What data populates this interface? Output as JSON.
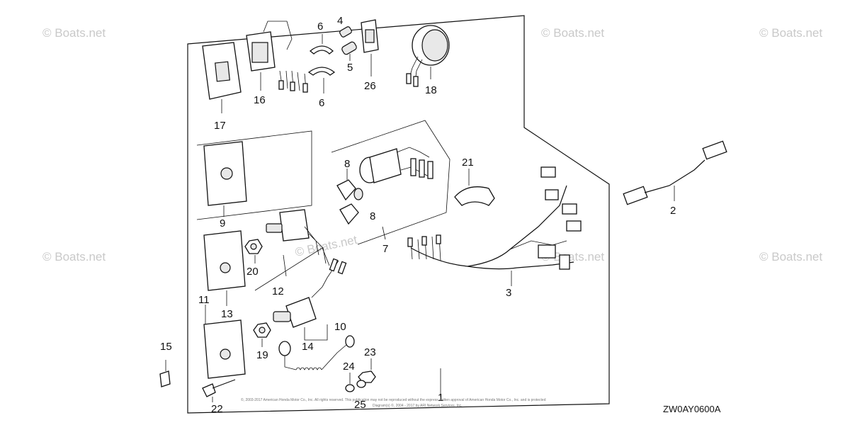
{
  "watermark": "© Boats.net",
  "center_watermark": "© Boats.net",
  "diagram_code": "ZW0AY0600A",
  "copyright_line1": "©, 2003-2017 American Honda Motor Co., Inc. All rights reserved. This publication may not be reproduced without the express written approval of American Honda Motor Co., Inc. and is protected",
  "copyright_line2": "Diagram(s) ©, 2004 - 2017 by ARI Network Services, Inc.",
  "callouts": {
    "n1": "1",
    "n2": "2",
    "n3": "3",
    "n4": "4",
    "n5": "5",
    "n6a": "6",
    "n6b": "6",
    "n7": "7",
    "n8a": "8",
    "n8b": "8",
    "n9": "9",
    "n10": "10",
    "n11": "11",
    "n12": "12",
    "n13": "13",
    "n14": "14",
    "n15": "15",
    "n16": "16",
    "n17": "17",
    "n18": "18",
    "n19": "19",
    "n20": "20",
    "n21": "21",
    "n22": "22",
    "n23": "23",
    "n24": "24",
    "n25": "25",
    "n26": "26"
  }
}
